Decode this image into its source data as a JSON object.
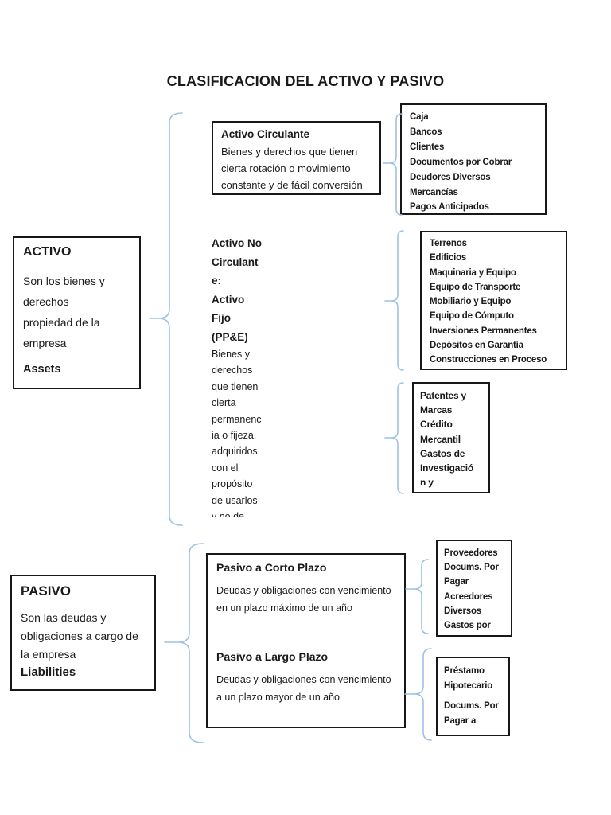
{
  "title": "CLASIFICACION DEL ACTIVO Y PASIVO",
  "activo": {
    "box": {
      "heading": "ACTIVO",
      "body": "Son los bienes y derechos propiedad de la empresa",
      "footer": "Assets"
    },
    "circulante": {
      "heading": "Activo Circulante",
      "body": "Bienes y derechos que tienen cierta rotación o movimiento constante y de fácil conversión"
    },
    "circulante_items": [
      "Caja",
      "Bancos",
      "Clientes",
      "Documentos por Cobrar",
      "Deudores Diversos",
      "Mercancías",
      "Pagos Anticipados"
    ],
    "no_circulante": {
      "heading_lines": [
        "Activo No",
        "Circulant",
        "e:",
        "Activo",
        "Fijo",
        "(PP&E)"
      ],
      "body_lines": [
        "Bienes y",
        "derechos",
        "que tienen",
        "cierta",
        "permanenc",
        "ia o fijeza,",
        "adquiridos",
        "con el",
        "propósito",
        "de usarlos",
        "y no de"
      ]
    },
    "fijo_items": [
      "Terrenos",
      "Edificios",
      "Maquinaria y Equipo",
      "Equipo de Transporte",
      "Mobiliario y Equipo",
      "Equipo de Cómputo",
      "Inversiones Permanentes",
      "Depósitos en Garantía",
      "Construcciones en Proceso"
    ],
    "intangible_lines": [
      "Patentes y",
      "Marcas",
      "Crédito",
      "Mercantil",
      "Gastos de",
      "Investigació",
      "n y"
    ]
  },
  "pasivo": {
    "box": {
      "heading": "PASIVO",
      "body": "Son las deudas y obligaciones a cargo de la empresa",
      "footer": "Liabilities"
    },
    "corto": {
      "heading": "Pasivo a Corto Plazo",
      "body": "Deudas y obligaciones con vencimiento en un plazo máximo de un año"
    },
    "largo": {
      "heading": "Pasivo a Largo Plazo",
      "body": "Deudas y obligaciones con vencimiento a un plazo mayor de un año"
    },
    "corto_items": [
      "Proveedores",
      "Docums. Por",
      "Pagar",
      "Acreedores",
      "Diversos",
      "Gastos por"
    ],
    "largo_items": [
      "Préstamo",
      "Hipotecario",
      "Docums. Por",
      "Pagar a"
    ]
  },
  "colors": {
    "brace": "#9cc2e6",
    "border": "#181818",
    "text": "#1a1a1a",
    "background": "#ffffff"
  }
}
